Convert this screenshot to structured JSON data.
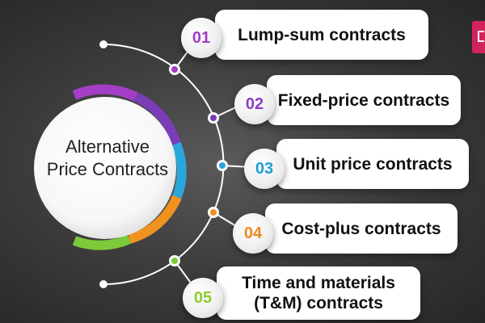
{
  "center": {
    "line1": "Alternative",
    "line2": "Price Contracts"
  },
  "items": [
    {
      "number": "01",
      "label": "Lump-sum contracts",
      "color": "#a43cc4",
      "node": "#a43cc4"
    },
    {
      "number": "02",
      "label": "Fixed-price contracts",
      "color": "#8a3fc4",
      "node": "#7a3cb8"
    },
    {
      "number": "03",
      "label": "Unit price contracts",
      "color": "#1c9fd4",
      "node": "#2aa6dc"
    },
    {
      "number": "04",
      "label": "Cost-plus contracts",
      "color": "#ee8a1e",
      "node": "#f0901e"
    },
    {
      "number": "05",
      "label_line1": "Time and materials",
      "label_line2": "(T&M) contracts",
      "color": "#8ccd2c",
      "node": "#7ec93a"
    }
  ],
  "ring_colors": [
    "#a33fc7",
    "#7b3cb8",
    "#2aa6dc",
    "#f0921e",
    "#7ec93a"
  ],
  "brand_color": "#d2245a"
}
